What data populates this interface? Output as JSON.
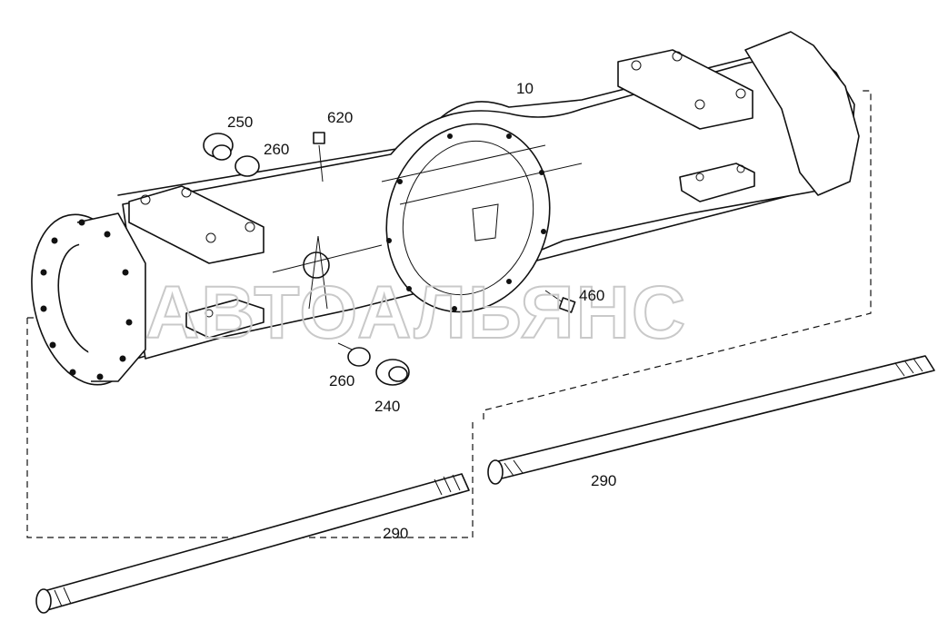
{
  "watermark": "АВТОАЛЬЯНС",
  "callouts": {
    "housing": "10",
    "plug_top": "250",
    "seal_top": "260",
    "vent": "620",
    "bolt": "460",
    "seal_bottom": "260",
    "plug_bottom": "240",
    "shaft_right": "290",
    "shaft_left": "290"
  }
}
